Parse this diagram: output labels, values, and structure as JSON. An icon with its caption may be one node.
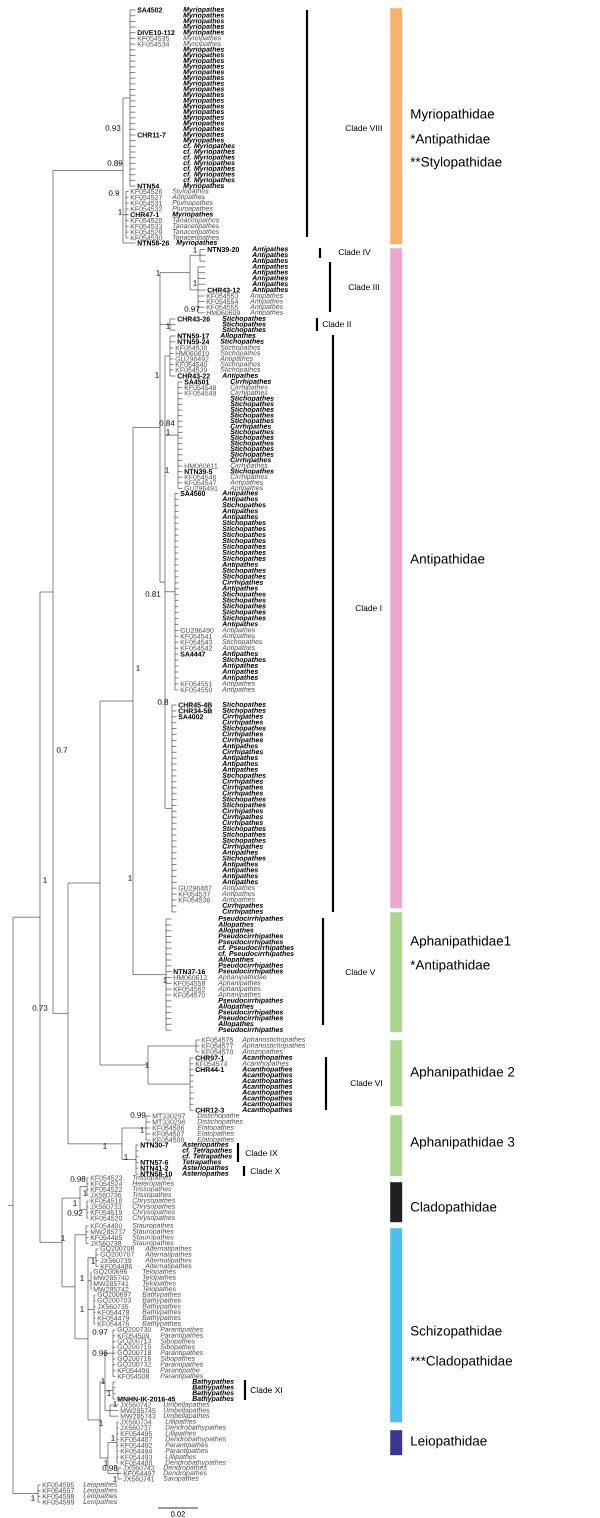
{
  "diagram": {
    "nodes": [
      {
        "text": [
          "Myriopathidae",
          "*Antipathidae",
          "**Stylopathidae"
        ]
      },
      {
        "text": [
          "Antipathidae"
        ]
      },
      {
        "text": [
          "Aphanipathidae1",
          "*Antipathidae"
        ]
      },
      {
        "text": [
          "Aphanipathidae 2"
        ]
      },
      {
        "text": [
          "Aphanipathidae 3"
        ]
      },
      {
        "text": [
          "Cladopathidae"
        ]
      },
      {
        "text": [
          "Schizopathidae",
          "***Cladopathidae"
        ]
      },
      {
        "text": [
          "Leiopathidae"
        ]
      }
    ],
    "labels": [
      "Clade VIII",
      "Clade IV",
      "Clade III",
      "Clade II",
      "Clade I",
      "Clade V",
      "Clade VI",
      "Clade IX",
      "Clade X",
      "Clade XI",
      "0.93",
      "0.89",
      "0.9",
      "1",
      "1",
      "1",
      "1",
      "0.97",
      "1",
      "1",
      "0.84",
      "1",
      "1",
      "0.81",
      "1",
      "0.8",
      "0.7",
      "1",
      "1",
      "1",
      "0.73",
      "1",
      "0.99",
      "1",
      "1",
      "1",
      "0.98",
      "1",
      "1",
      "0.92",
      "1",
      "1",
      "1",
      "1",
      "0.97",
      "0.96",
      "1",
      "1",
      "1",
      "1",
      "1",
      "1",
      "0.98",
      "1",
      "1",
      "0.02",
      "SA4502",
      "Myriopathes",
      "Myriopathes",
      "Myriopathes",
      "Myriopathes",
      "DIVE10-112",
      "Myriopathes",
      "KF054535",
      "Myriopathes",
      "KF054534",
      "Myriopathes",
      "Myriopathes",
      "Myriopathes",
      "Myriopathes",
      "Myriopathes",
      "Myriopathes",
      "Myriopathes",
      "Myriopathes",
      "Myriopathes",
      "Myriopathes",
      "Myriopathes",
      "Myriopathes",
      "Myriopathes",
      "Myriopathes",
      "Myriopathes",
      "Myriopathes",
      "CHR11-7",
      "Myriopathes",
      "Myriopathes",
      "cf. Myriopathes",
      "cf. Myriopathes",
      "cf. Myriopathes",
      "cf. Myriopathes",
      "cf. Myriopathes",
      "cf. Myriopathes",
      "cf. Myriopathes",
      "NTN54",
      "Myriopathes",
      "KF054526",
      "Stylopathes",
      "KF054527",
      "Antipathes",
      "KF054531",
      "Plumapathes",
      "KF054532",
      "Plumapathes",
      "CHR47-1",
      "Myriopathes",
      "KF054528",
      "Tanacetipathes",
      "KF054533",
      "Tanacetipathes",
      "KF054529",
      "Tanacetipathes",
      "KF054530",
      "Tanacetipathes",
      "NTN58-26",
      "Myriopathes",
      "NTN39-20",
      "Antipathes",
      "Antipathes",
      "Antipathes",
      "Antipathes",
      "Antipathes",
      "Antipathes",
      "Antipathes",
      "CHR43-12",
      "Antipathes",
      "KF054553",
      "Antipathes",
      "KF054554",
      "Antipathes",
      "KF054555",
      "Antipathes",
      "HM060609",
      "Antipathes",
      "CHR43-26",
      "Stichopathes",
      "Stichopathes",
      "Stichopathes",
      "NTN59-17",
      "Allopathes",
      "NTN59-24",
      "Stichopathes",
      "KF054538",
      "Stichopathes",
      "HM060610",
      "Stichopathes",
      "GU296492",
      "Antipathes",
      "KF054540",
      "Stichopathes",
      "KF054539",
      "Stichopathes",
      "CHR43-22",
      "Antipathes",
      "SA4501",
      "Cirrhipathes",
      "KF054548",
      "Cirrhipathes",
      "KF054549",
      "Cirrhipathes",
      "Stichopathes",
      "Stichopathes",
      "Stichopathes",
      "Stichopathes",
      "Stichopathes",
      "Cirrhipathes",
      "Stichopathes",
      "Stichopathes",
      "Stichopathes",
      "Stichopathes",
      "Stichopathes",
      "Cirrhipathes",
      "HM060611",
      "Cirrhipathes",
      "NTN39-5",
      "Stichopathes",
      "KF054546",
      "Cirrhipathes",
      "KF054547",
      "Antipathes",
      "GU296491",
      "Antipathes",
      "SA4560",
      "Antipathes",
      "Antipathes",
      "Stichopathes",
      "Antipathes",
      "Antipathes",
      "Stichopathes",
      "Stichopathes",
      "Stichopathes",
      "Stichopathes",
      "Stichopathes",
      "Stichopathes",
      "Stichopathes",
      "Antipathes",
      "Stichopathes",
      "Stichopathes",
      "Cirrhipathes",
      "Antipathes",
      "Stichopathes",
      "Stichopathes",
      "Stichopathes",
      "Stichopathes",
      "Stichopathes",
      "Antipathes",
      "GU296490",
      "Antipathes",
      "KF054541",
      "Antipathes",
      "KF054543",
      "Stichopathes",
      "KF054542",
      "Antipathes",
      "SA4447",
      "Antipathes",
      "Stichopathes",
      "Antipathes",
      "Antipathes",
      "Antipathes",
      "KF054551",
      "Antipathes",
      "KF054550",
      "Antipathes",
      "CHR45-4B",
      "Stichopathes",
      "CHR34-5B",
      "Stichopathes",
      "SA4002",
      "Cirrhipathes",
      "Cirrhipathes",
      "Stichopathes",
      "Cirrhipathes",
      "Cirrhipathes",
      "Antipathes",
      "Cirrhipathes",
      "Antipathes",
      "Antipathes",
      "Antipathes",
      "Stichopathes",
      "Cirrhipathes",
      "Cirrhipathes",
      "Cirrhipathes",
      "Stichopathes",
      "Stichopathes",
      "Cirrhipathes",
      "Cirrhipathes",
      "Cirrhipathes",
      "Stichopathes",
      "Stichopathes",
      "Stichopathes",
      "Cirrhipathes",
      "Antipathes",
      "Stichopathes",
      "Antipathes",
      "Antipathes",
      "Antipathes",
      "Antipathes",
      "GU296487",
      "Antipathes",
      "KF054537",
      "Antipathes",
      "KF054536",
      "Antipathes",
      "Cirrhipathes",
      "Cirrhipathes",
      "Pseudocirrhipathes",
      "Allopathes",
      "Allopathes",
      "Pseudocirrhipathes",
      "Pseudocirrhipathes",
      "cf. Pseudocirrhipathes",
      "cf. Pseudocirrhipathes",
      "Allopathes",
      "Pseudocirrhipathes",
      "NTN37-16",
      "Pseudocirrhipathes",
      "HM060612",
      "Aphanipathidae",
      "KF054558",
      "Aphanipathes",
      "KF054562",
      "Aphanipathes",
      "KF054570",
      "Aphanipathes",
      "Pseudocirrhipathes",
      "Allopathes",
      "Pseudocirrhipathes",
      "Pseudocirrhipathes",
      "Allopathes",
      "Pseudocirrhipathes",
      "KF054575",
      "Aphanostichopathes",
      "KF054577",
      "Aphanostichopathes",
      "KF054578",
      "Anozopathes",
      "CHR97-1",
      "Acanthopathes",
      "KF054574",
      "Acanthopathes",
      "CHR44-1",
      "Acanthopathes",
      "Acanthopathes",
      "Acanthopathes",
      "Acanthopathes",
      "Acanthopathes",
      "Acanthopathes",
      "Acanthopathes",
      "CHR12-3",
      "Acanthopathes",
      "MT330297",
      "Distichopathe",
      "MT330296",
      "Distichopathes",
      "KF054586",
      "Elatopathes",
      "KF054587",
      "Elatopathes",
      "KF054588",
      "Elatopathes",
      "NTN30-7",
      "Asteriopathes",
      "cf. Tetrapathes",
      "cf. Tetrapathes",
      "NTN57-6",
      "Tetrapathes",
      "NTN41-2",
      "Asteriopathes",
      "NTN58-10",
      "Asteriopathes",
      "KF054523",
      "Trissopathes",
      "KF054524",
      "Heteropathes",
      "KF054522",
      "Trissopathes",
      "JX560736",
      "Trissopathes",
      "KF054518",
      "Chrysopathes",
      "JX560733",
      "Chrysopathes",
      "KF054519",
      "Chrysopathes",
      "KF054520",
      "Chrysopathes",
      "KF054480",
      "Stauropathes",
      "MW285737",
      "Stauropathes",
      "KF054485",
      "Stauropathes",
      "JX560738",
      "Stauropathes",
      "GQ200708",
      "Alternatipathes",
      "GQ200707",
      "Alternatipathes",
      "JX560739",
      "Alternatipathes",
      "KF054486",
      "Alternatipathes",
      "GQ200696",
      "Telopathes",
      "MW285740",
      "Telopathes",
      "MW285741",
      "Telopathes",
      "MW285742",
      "Telopathes",
      "GQ200697",
      "Bathypathes",
      "GQ200703",
      "Bathypathes",
      "JX560735",
      "Bathypathes",
      "KF054478",
      "Bathypathes",
      "KF054479",
      "Bathypathes",
      "KF054476",
      "Bathypathes",
      "GQ200730",
      "Parantipathes",
      "KF054509",
      "Parantipathes",
      "GQ200713",
      "Sibopathes",
      "GQ200715",
      "Sibopathes",
      "GQ200718",
      "Parantipathes",
      "GQ200716",
      "Sibopathes",
      "GQ200732",
      "Parantipathes",
      "KF054498",
      "Parantipathe",
      "KF054508",
      "Parantipathes",
      "Bathypathes",
      "Bathypathes",
      "Bathypathes",
      "MNHN-IK-2016-45",
      "Bathypathes",
      "JX560742",
      "Umbellapathes",
      "MW285745",
      "Umbellapathes",
      "MW285743",
      "Umbellapathes",
      "JX560734",
      "Lillipathes",
      "JX560737",
      "Dendrobathypathes",
      "KF054495",
      "Lillipathes",
      "KF054487",
      "Dendrobathypathes",
      "KF054492",
      "Parantipathes",
      "KF054494",
      "Parantipathes",
      "KF054493",
      "Lillipathes",
      "KF054488",
      "Dendrobathypathes",
      "JX560743",
      "Dendropathes",
      "KF054497",
      "Dendropathes",
      "JX560741",
      "Saropathes",
      "KF054595",
      "Leiopathes",
      "KF054597",
      "Leiopathes",
      "KF054598",
      "Leiopathes",
      "KF054599",
      "Leiopathes"
    ]
  }
}
